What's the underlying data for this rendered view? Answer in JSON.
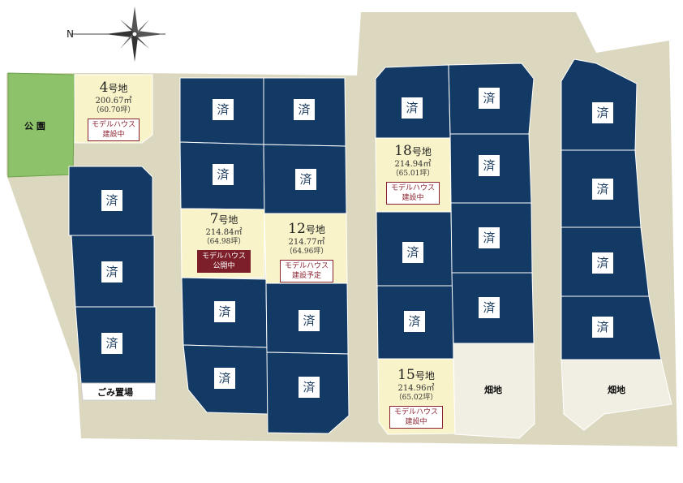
{
  "compass": {
    "label": "N"
  },
  "park": {
    "label": "公 園"
  },
  "garbage": {
    "label": "ごみ置場"
  },
  "fields": [
    {
      "label": "畑地"
    },
    {
      "label": "畑地"
    }
  ],
  "sold_label": "済",
  "available_lots": [
    {
      "number": "4",
      "suffix": "号地",
      "area": "200.67㎡",
      "tsubo": "（60.70坪）",
      "status": "モデルハウス\n建設中",
      "status_style": "outline"
    },
    {
      "number": "7",
      "suffix": "号地",
      "area": "214.84㎡",
      "tsubo": "（64.98坪）",
      "status": "モデルハウス\n公開中",
      "status_style": "filled"
    },
    {
      "number": "12",
      "suffix": "号地",
      "area": "214.77㎡",
      "tsubo": "（64.96坪）",
      "status": "モデルハウス\n建設予定",
      "status_style": "outline"
    },
    {
      "number": "18",
      "suffix": "号地",
      "area": "214.94㎡",
      "tsubo": "（65.01坪）",
      "status": "モデルハウス\n建設中",
      "status_style": "outline"
    },
    {
      "number": "15",
      "suffix": "号地",
      "area": "214.96㎡",
      "tsubo": "（65.02坪）",
      "status": "モデルハウス\n建設中",
      "status_style": "outline"
    }
  ],
  "colors": {
    "road": "#dcd8c0",
    "sold_lot": "#133a64",
    "available_lot": "#f8f3c8",
    "park": "#8dc26a",
    "field": "#f1efe4",
    "model_house_badge": "#7d1f2a"
  }
}
